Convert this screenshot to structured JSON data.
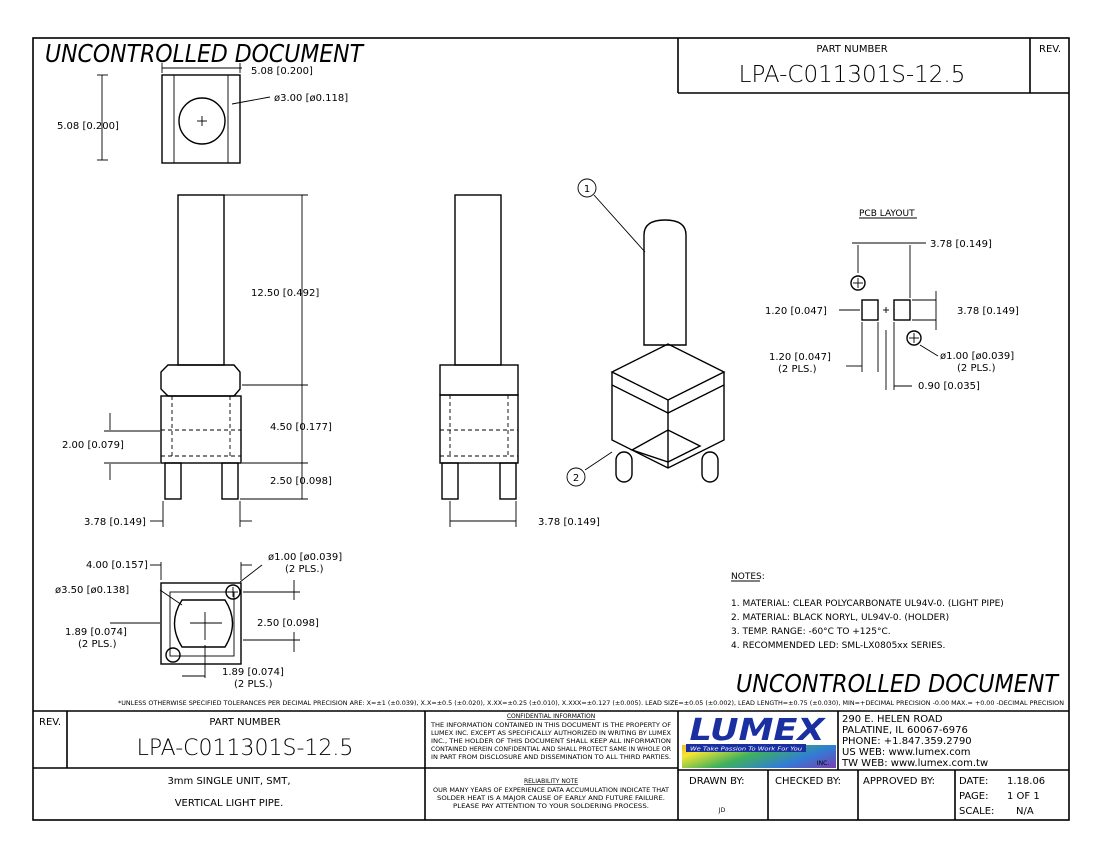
{
  "watermark": {
    "top": "UNCONTROLLED DOCUMENT",
    "bottom": "UNCONTROLLED DOCUMENT"
  },
  "title_block_top": {
    "part_number_label": "PART NUMBER",
    "part_number": "LPA-C011301S-12.5",
    "rev_label": "REV."
  },
  "dimensions": {
    "top_width": "5.08 [0.200]",
    "top_height": "5.08 [0.200]",
    "top_hole": "ø3.00 [ø0.118]",
    "pipe_length": "12.50 [0.492]",
    "holder_height": "4.50 [0.177]",
    "step_height": "2.00 [0.079]",
    "pin_length": "2.50 [0.098]",
    "front_width": "3.78 [0.149]",
    "side_width": "3.78 [0.149]",
    "bottom_width": "4.00 [0.157]",
    "bottom_pin_dia": "ø1.00 [ø0.039]",
    "bottom_pin_pls": "(2 PLS.)",
    "bottom_hole": "ø3.50 [ø0.138]",
    "bottom_pin_spacing": "2.50 [0.098]",
    "bottom_offset_y": "1.89 [0.074]",
    "bottom_offset_y_pls": "(2 PLS.)",
    "bottom_offset_x": "1.89 [0.074]",
    "bottom_offset_x_pls": "(2 PLS.)"
  },
  "pcb_layout": {
    "title": "PCB LAYOUT",
    "width_top": "3.78 [0.149]",
    "width_right": "3.78 [0.149]",
    "pad_height": "1.20 [0.047]",
    "pad_width": "1.20 [0.047]",
    "pad_width_pls": "(2 PLS.)",
    "hole_dia": "ø1.00 [ø0.039]",
    "hole_pls": "(2 PLS.)",
    "pad_gap": "0.90 [0.035]"
  },
  "callouts": [
    "1",
    "2"
  ],
  "notes": {
    "title": "NOTES:",
    "items": [
      "1. MATERIAL: CLEAR POLYCARBONATE UL94V-0. (LIGHT PIPE)",
      "2. MATERIAL: BLACK NORYL, UL94V-0. (HOLDER)",
      "3. TEMP. RANGE: -60°C TO +125°C.",
      "4. RECOMMENDED LED: SML-LX0805xx SERIES."
    ]
  },
  "tolerance_note": "*UNLESS OTHERWISE SPECIFIED TOLERANCES PER DECIMAL PRECISION ARE: X=±1 (±0.039), X.X=±0.5 (±0.020), X.XX=±0.25 (±0.010), X.XXX=±0.127 (±0.005).  LEAD SIZE=±0.05 (±0.002), LEAD LENGTH=±0.75 (±0.030), MIN=+DECIMAL PRECISION -0.00   MAX.= +0.00 -DECIMAL PRECISION",
  "title_block": {
    "rev_label": "REV.",
    "part_number_label": "PART NUMBER",
    "part_number": "LPA-C011301S-12.5",
    "description_line1": "3mm SINGLE UNIT, SMT,",
    "description_line2": "VERTICAL LIGHT PIPE.",
    "confidential_title": "CONFIDENTIAL INFORMATION",
    "confidential_lines": [
      "THE INFORMATION CONTAINED IN THIS DOCUMENT IS THE PROPERTY OF",
      "LUMEX INC.  EXCEPT AS SPECIFICALLY AUTHORIZED IN WRITING BY LUMEX",
      "INC., THE HOLDER OF THIS DOCUMENT SHALL KEEP ALL INFORMATION",
      "CONTAINED HEREIN CONFIDENTIAL AND SHALL PROTECT SAME IN WHOLE OR",
      "IN PART FROM DISCLOSURE AND DISSEMINATION TO ALL THIRD PARTIES."
    ],
    "reliability_title": "RELIABILITY NOTE",
    "reliability_lines": [
      "OUR MANY YEARS OF EXPERIENCE DATA ACCUMULATION INDICATE THAT",
      "SOLDER HEAT IS A MAJOR CAUSE OF EARLY AND FUTURE FAILURE.",
      "PLEASE PAY ATTENTION TO YOUR SOLDERING PROCESS."
    ],
    "logo_text": "LUMEX",
    "logo_tagline": "We Take Passion To Work For You",
    "logo_inc": "INC.",
    "address_lines": [
      "290 E. HELEN ROAD",
      "PALATINE, IL  60067-6976",
      "PHONE: +1.847.359.2790",
      "US WEB: www.lumex.com",
      "TW WEB: www.lumex.com.tw"
    ],
    "drawn_by_label": "DRAWN BY:",
    "drawn_by": "JD",
    "checked_by_label": "CHECKED BY:",
    "approved_by_label": "APPROVED BY:",
    "date_label": "DATE:",
    "date": "1.18.06",
    "page_label": "PAGE:",
    "page": "1 OF 1",
    "scale_label": "SCALE:",
    "scale": "N/A"
  },
  "colors": {
    "logo_blue": "#1a2fa0",
    "rainbow": [
      "#e21b1b",
      "#f08a1a",
      "#f5e21a",
      "#2aa84a",
      "#1a6fd0",
      "#6a2aa8"
    ]
  }
}
